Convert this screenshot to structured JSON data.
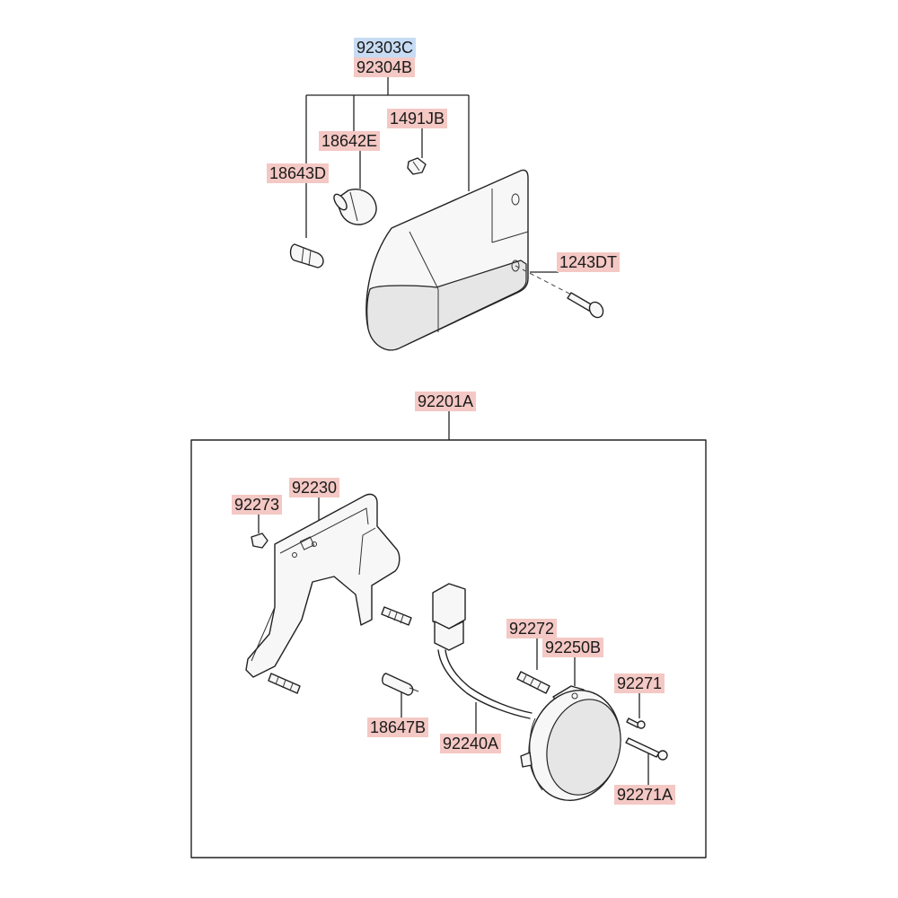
{
  "diagram": {
    "colors": {
      "label_bg": "#f4c8c4",
      "selected_label_bg": "#c7dcf4",
      "line": "#222222"
    },
    "upper_assembly": {
      "part_numbers": {
        "selected": "92303C",
        "assembly": "92304B",
        "screw_small": "1491JB",
        "bulb_large": "18642E",
        "bulb_small": "18643D",
        "bolt": "1243DT"
      }
    },
    "lower_assembly": {
      "part_numbers": {
        "assembly": "92201A",
        "clip": "92273",
        "bracket": "92230",
        "stud": "92272",
        "housing": "92250B",
        "screw": "92271",
        "screw_long": "92271A",
        "bulb": "18647B",
        "wiring": "92240A"
      }
    }
  }
}
